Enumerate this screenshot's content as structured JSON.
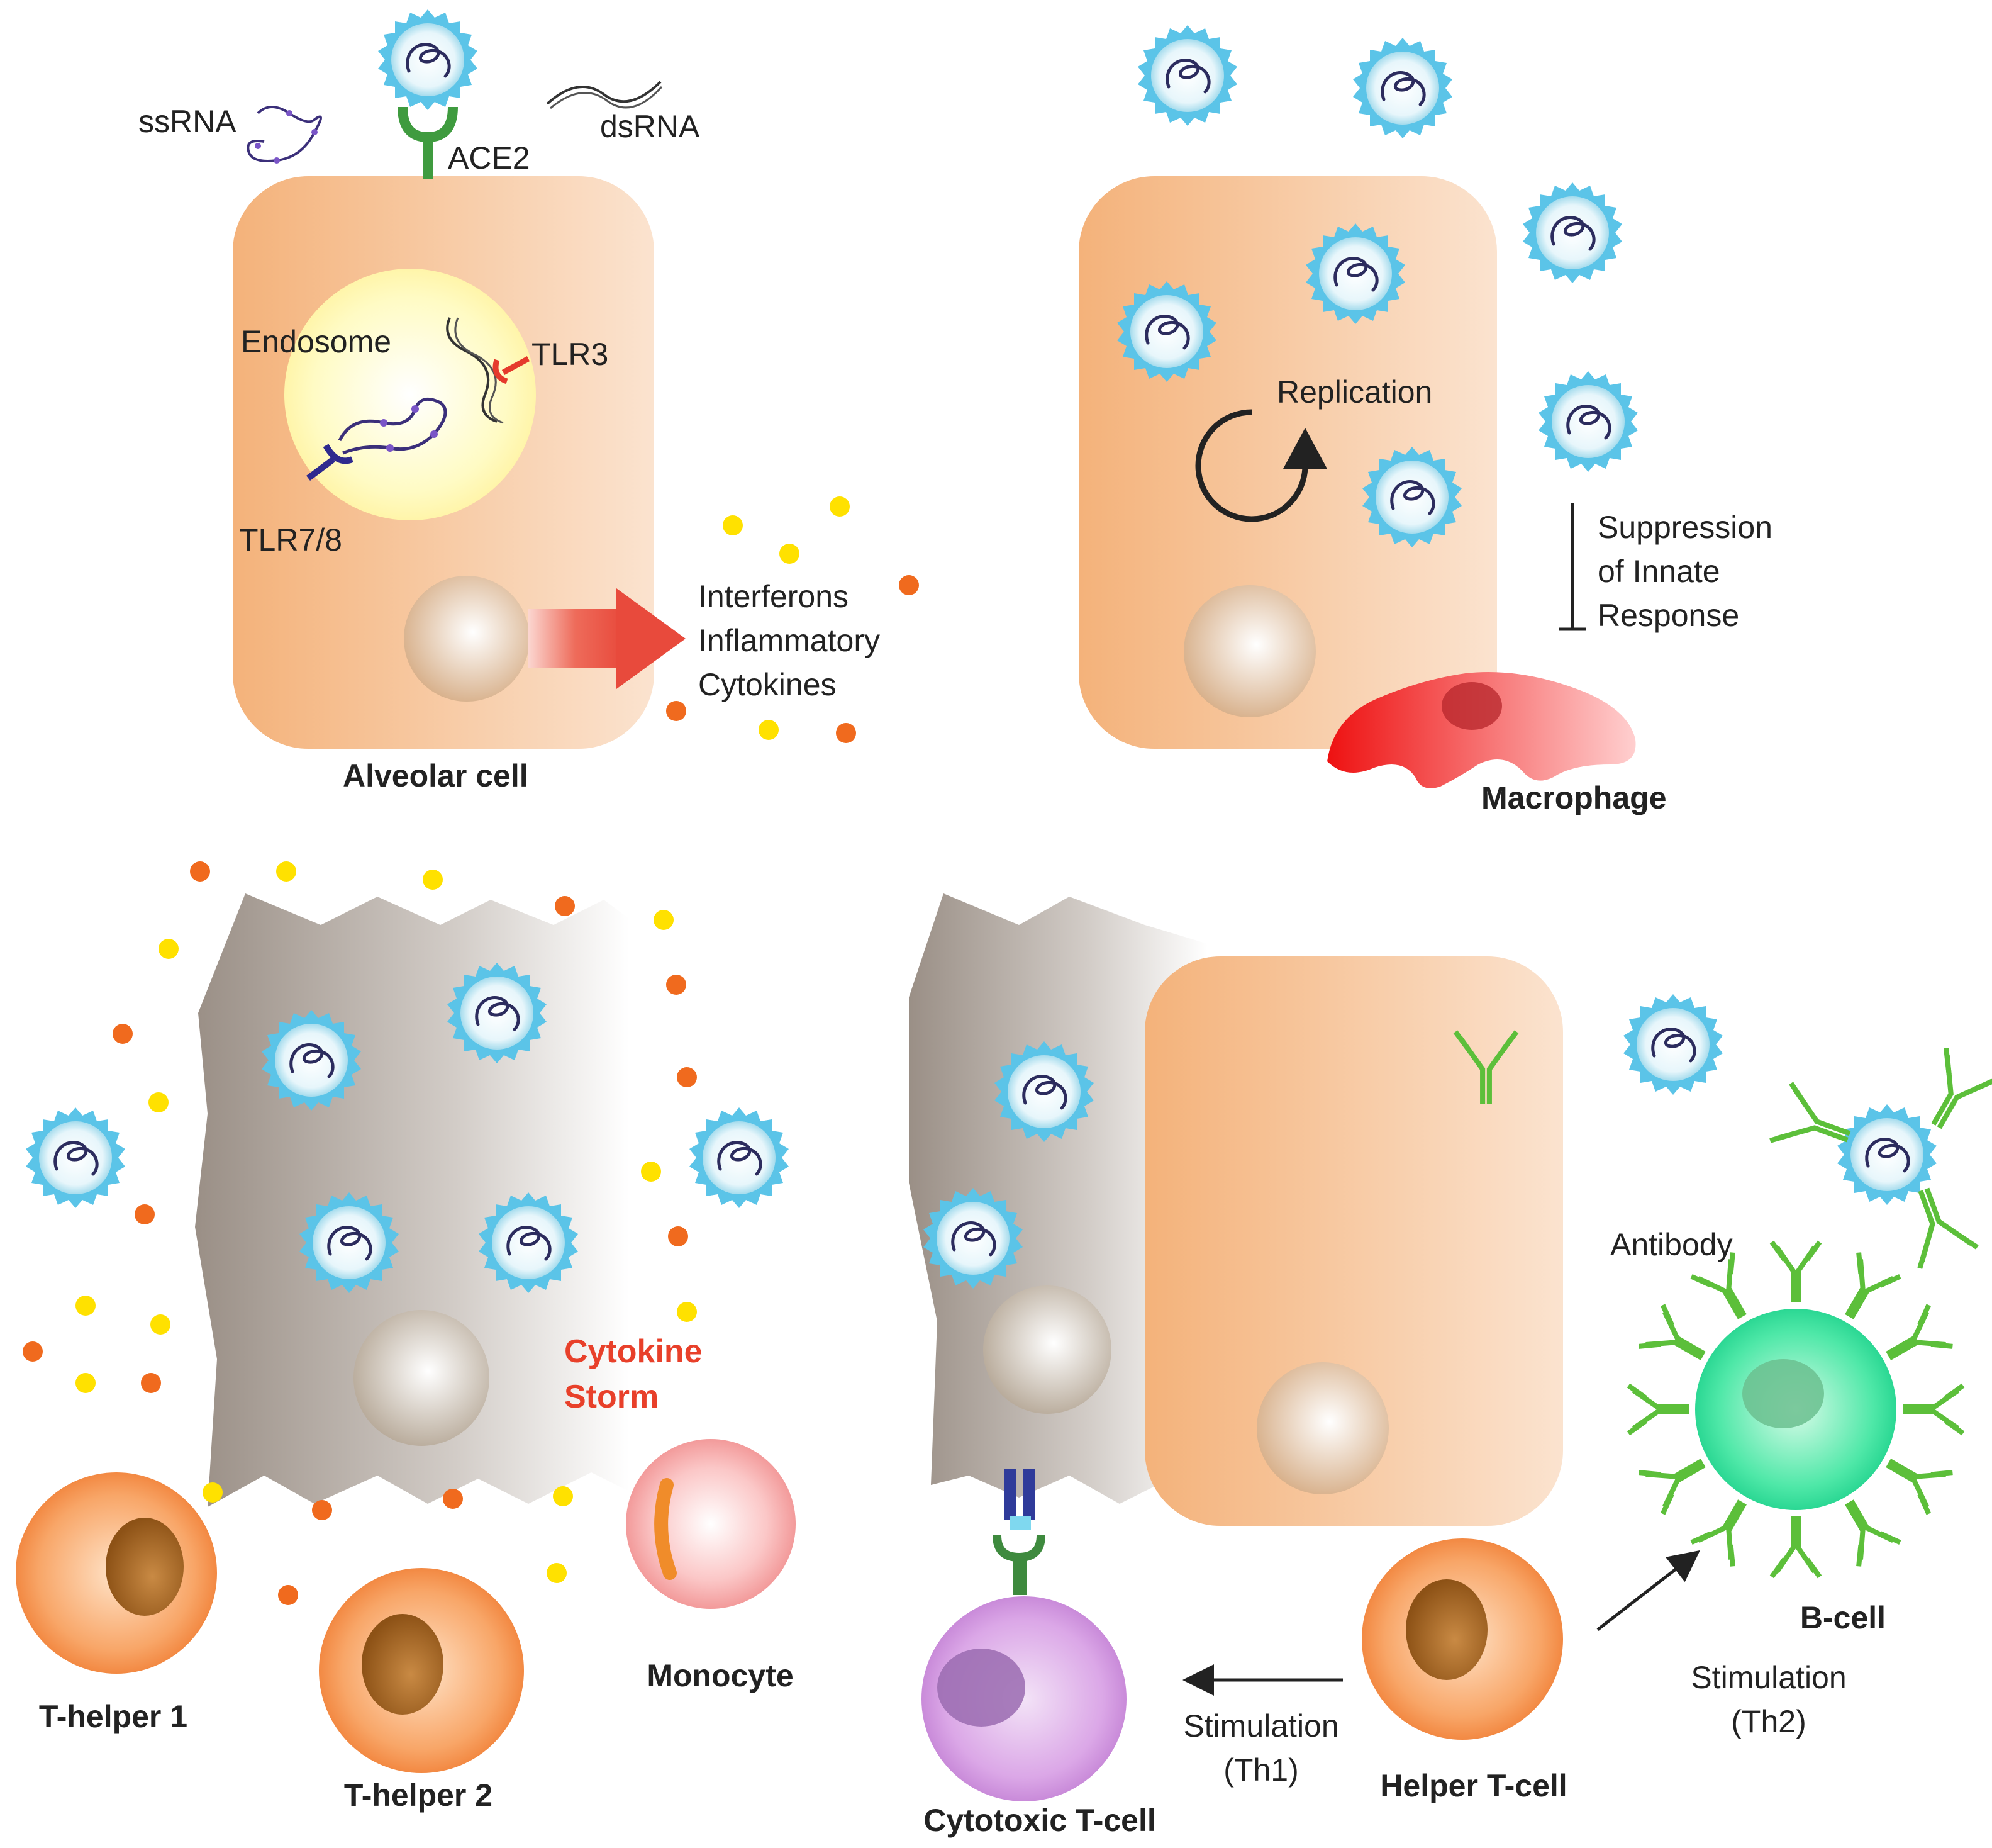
{
  "panel1": {
    "ssrna": "ssRNA",
    "ace2": "ACE2",
    "dsrna": "dsRNA",
    "endosome": "Endosome",
    "tlr3": "TLR3",
    "tlr78": "TLR7/8",
    "interferons": "Interferons",
    "inflammatory": "Inflammatory",
    "cytokines": "Cytokines",
    "cell_label": "Alveolar cell"
  },
  "panel2": {
    "replication": "Replication",
    "suppression_line1": "Suppression",
    "suppression_line2": "of Innate",
    "suppression_line3": "Response",
    "macrophage": "Macrophage"
  },
  "panel3": {
    "storm_line1": "Cytokine",
    "storm_line2": "Storm",
    "th1": "T-helper 1",
    "th2": "T-helper 2",
    "monocyte": "Monocyte"
  },
  "panel4": {
    "antibody": "Antibody",
    "bcell": "B-cell",
    "stim_th1_line1": "Stimulation",
    "stim_th1_line2": "(Th1)",
    "stim_th2_line1": "Stimulation",
    "stim_th2_line2": "(Th2)",
    "helper": "Helper T-cell",
    "cytotoxic": "Cytotoxic T-cell"
  },
  "colors": {
    "virus": "#5bc4e8",
    "cell": "#f5bd8e",
    "dead_cell": "#9c9189",
    "cytokine_yellow": "#ffe100",
    "cytokine_orange": "#f06a1e",
    "antibody": "#5cbf3a",
    "arrow_red": "#e84a3c",
    "storm_text": "#e8402a"
  }
}
